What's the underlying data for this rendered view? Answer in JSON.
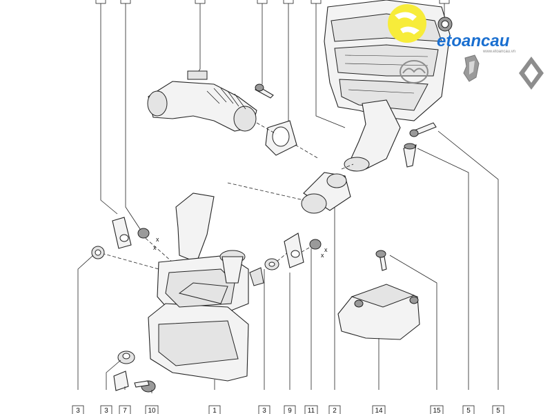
{
  "watermark": {
    "brand_text": "etoancau",
    "brand_sub": "www.etoancau.vn",
    "colors": {
      "yellow": "#f7ec3a",
      "blue": "#1a6fd0",
      "grey": "#8d8d8d"
    },
    "logos": [
      "mazda-logo",
      "peugeot-logo",
      "renault-logo"
    ]
  },
  "callouts": {
    "bottom": [
      "3",
      "3",
      "7",
      "10",
      "1",
      "3",
      "9",
      "11",
      "2",
      "14",
      "15",
      "5",
      "5"
    ],
    "top": [
      "",
      "",
      "",
      "",
      "",
      "",
      ""
    ]
  },
  "cross_marks": [
    "x",
    "x",
    "x",
    "x"
  ]
}
